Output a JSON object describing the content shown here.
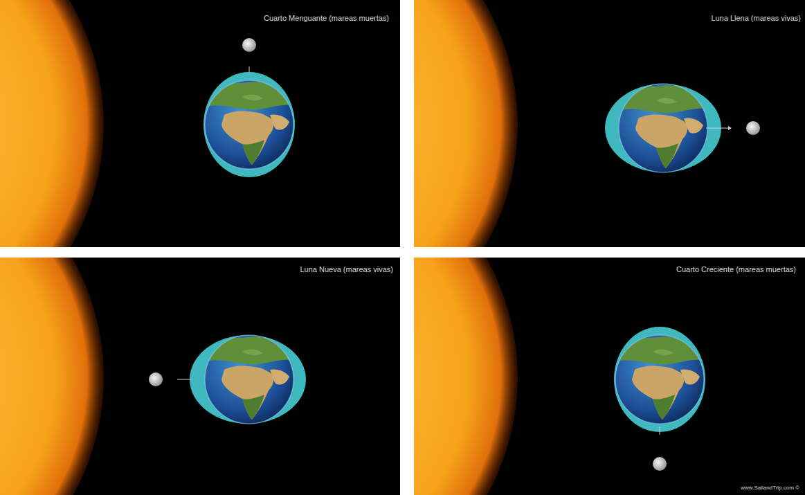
{
  "diagram": {
    "labels": [
      "Cuarto Menguante (mareas muertas)",
      "Luna Llena (mareas vivas)",
      "Luna Nueva (mareas vivas)",
      "Cuarto Creciente (mareas muertas)",
      "www.SailandTrip.com ©"
    ]
  }
}
